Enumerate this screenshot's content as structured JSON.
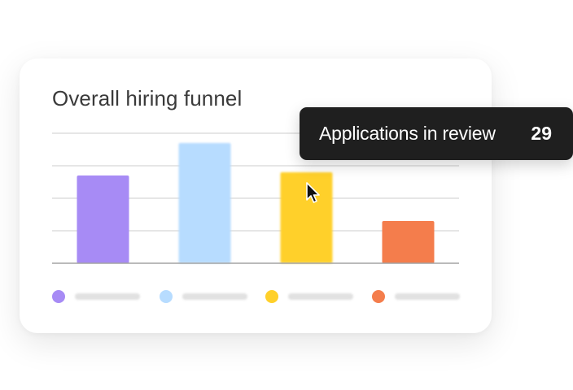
{
  "card": {
    "title": "Overall hiring funnel"
  },
  "tooltip": {
    "label": "Applications in review",
    "value": "29"
  },
  "chart_data": {
    "type": "bar",
    "title": "Overall hiring funnel",
    "categories": [
      "",
      "",
      "",
      ""
    ],
    "values": [
      27,
      37,
      28,
      13
    ],
    "colors": [
      "#a78bf5",
      "#b7dcff",
      "#ffd02a",
      "#f47d4c"
    ],
    "blurred_bars": [
      false,
      true,
      true,
      false
    ],
    "ylim": [
      0,
      40
    ],
    "gridlines": [
      0,
      10,
      20,
      30,
      40
    ],
    "grid": true,
    "legend": "bottom",
    "legend_entries": [
      "",
      "",
      "",
      ""
    ],
    "highlighted_index": 2
  },
  "icons": {
    "cursor": "mouse-pointer-icon"
  }
}
